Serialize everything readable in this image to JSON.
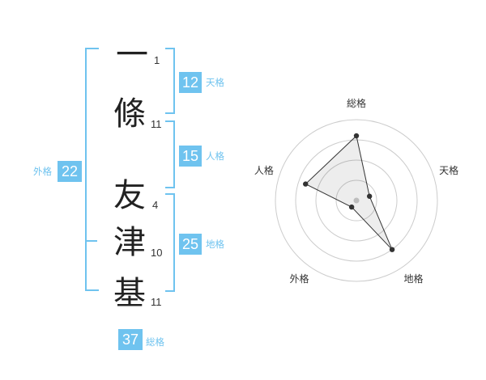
{
  "name": {
    "characters": [
      {
        "char": "一",
        "strokes": "1"
      },
      {
        "char": "條",
        "strokes": "11"
      },
      {
        "char": "友",
        "strokes": "4"
      },
      {
        "char": "津",
        "strokes": "10"
      },
      {
        "char": "基",
        "strokes": "11"
      }
    ]
  },
  "fortune": {
    "tenkaku": {
      "value": "12",
      "label": "天格"
    },
    "jinkaku": {
      "value": "15",
      "label": "人格"
    },
    "chikaku": {
      "value": "25",
      "label": "地格"
    },
    "gaikaku": {
      "value": "22",
      "label": "外格"
    },
    "soukaku": {
      "value": "37",
      "label": "総格"
    }
  },
  "colors": {
    "accent": "#6fc3ef",
    "text": "#222222"
  },
  "chart_data": {
    "type": "radar",
    "axes": [
      "総格",
      "天格",
      "地格",
      "外格",
      "人格"
    ],
    "values": [
      0.8,
      0.17,
      0.75,
      0.1,
      0.66
    ],
    "rings": 4,
    "range": [
      0,
      1
    ]
  }
}
